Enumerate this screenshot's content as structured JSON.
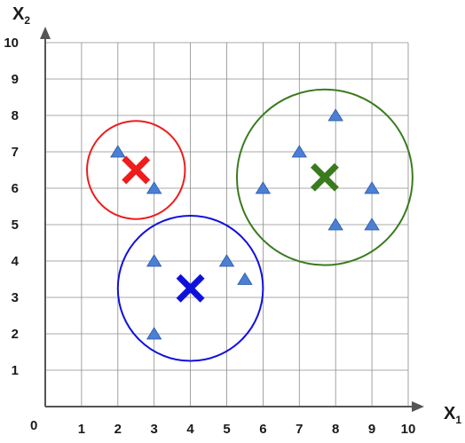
{
  "chart_data": {
    "type": "scatter",
    "x_axis": {
      "name": "X",
      "subscript": "1",
      "range": [
        0,
        10
      ],
      "ticks": [
        "1",
        "2",
        "3",
        "4",
        "5",
        "6",
        "7",
        "8",
        "9",
        "10"
      ]
    },
    "y_axis": {
      "name": "X",
      "subscript": "2",
      "range": [
        0,
        10
      ],
      "ticks": [
        "1",
        "2",
        "3",
        "4",
        "5",
        "6",
        "7",
        "8",
        "9",
        "10"
      ]
    },
    "origin_label": "0",
    "grid": true,
    "points": [
      {
        "x": 2,
        "y": 7
      },
      {
        "x": 3,
        "y": 6
      },
      {
        "x": 3,
        "y": 4
      },
      {
        "x": 5,
        "y": 4
      },
      {
        "x": 5.5,
        "y": 3.5
      },
      {
        "x": 3,
        "y": 2
      },
      {
        "x": 8,
        "y": 8
      },
      {
        "x": 7,
        "y": 7
      },
      {
        "x": 6,
        "y": 6
      },
      {
        "x": 9,
        "y": 6
      },
      {
        "x": 8,
        "y": 5
      },
      {
        "x": 9,
        "y": 5
      }
    ],
    "point_marker": "triangle",
    "point_color": "#4a7fd4",
    "clusters": [
      {
        "color": "#ee1c1c",
        "centroid": {
          "x": 2.5,
          "y": 6.5
        },
        "circle_radius": 1.35
      },
      {
        "color": "#1010dd",
        "centroid": {
          "x": 4.0,
          "y": 3.25
        },
        "circle_radius": 2.0
      },
      {
        "color": "#3a7a1f",
        "centroid": {
          "x": 7.7,
          "y": 6.3
        },
        "circle_radius": 2.42
      }
    ]
  }
}
